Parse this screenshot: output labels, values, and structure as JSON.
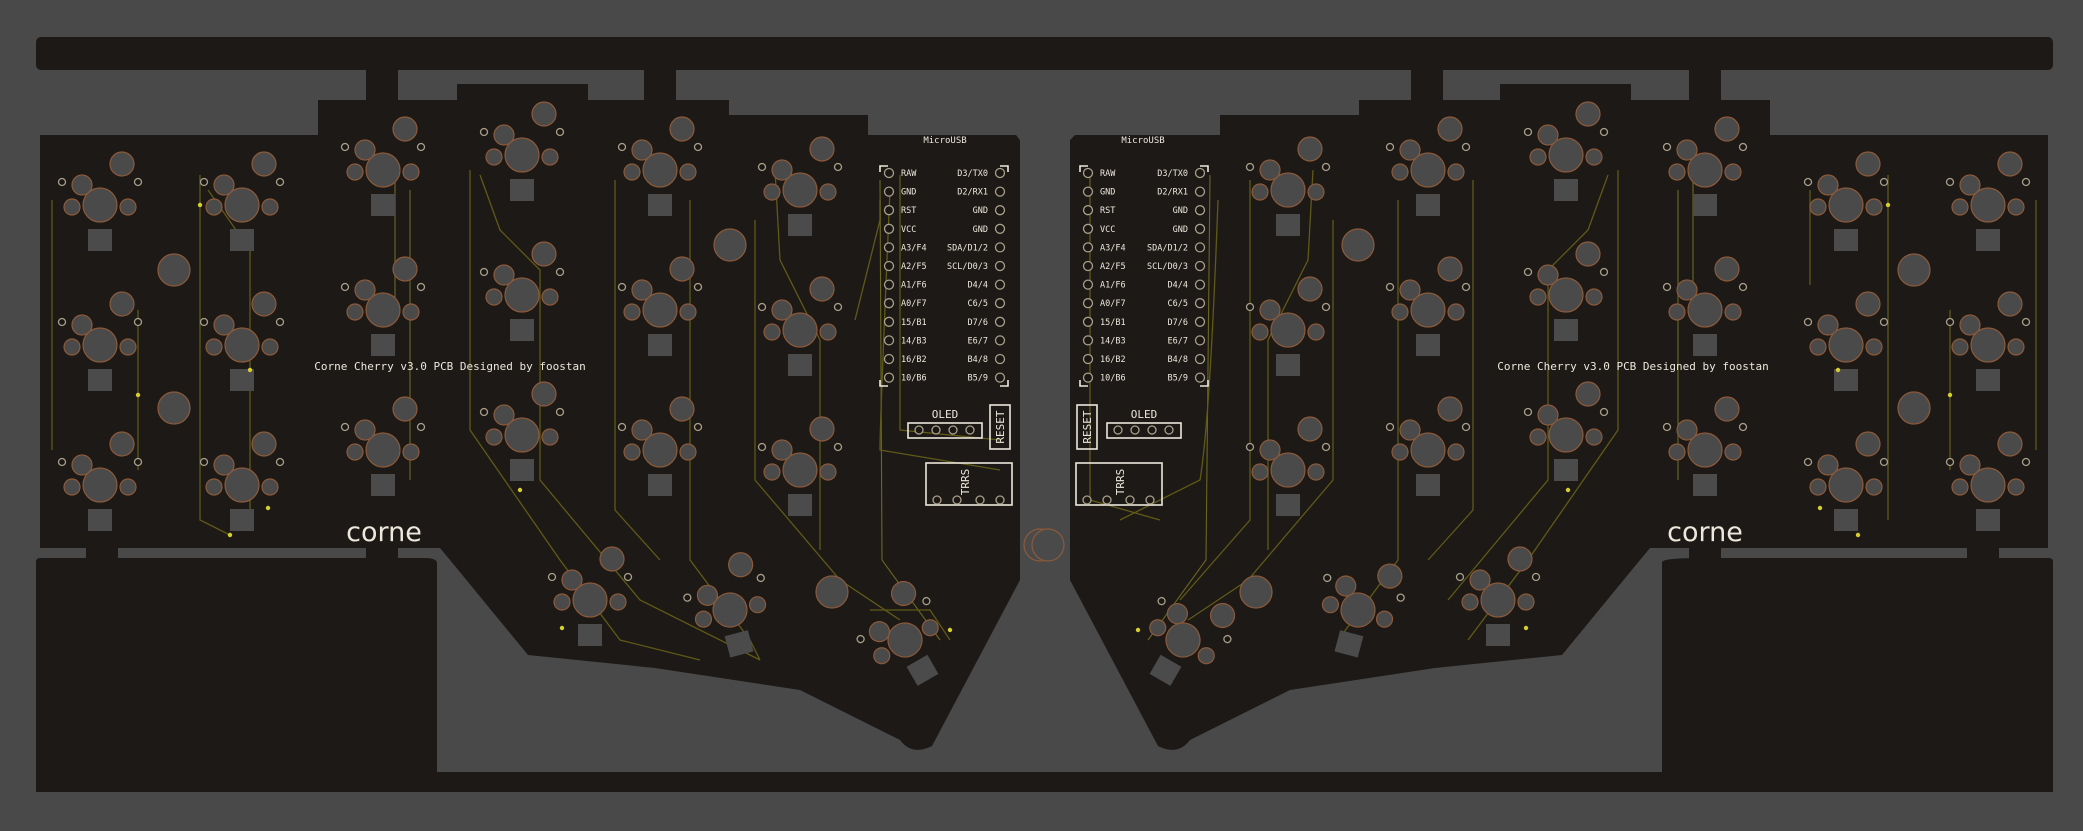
{
  "board": {
    "colors": {
      "background": "#494949",
      "pcb": "#1d1916",
      "silkscreen": "#ece8dc",
      "trace": "#5f5a16",
      "via": "#d7cf2e",
      "drill_outline": "#8c5a3a"
    },
    "left": {
      "credit": "Corne Cherry v3.0 PCB Designed by foostan",
      "logo": "corne",
      "usb_label": "MicroUSB",
      "oled_label": "OLED",
      "reset_label": "RESET",
      "trrs_label": "TRRS",
      "pins_left": [
        "RAW",
        "GND",
        "RST",
        "VCC",
        "A3/F4",
        "A2/F5",
        "A1/F6",
        "A0/F7",
        "15/B1",
        "14/B3",
        "16/B2",
        "10/B6"
      ],
      "pins_right": [
        "D3/TX0",
        "D2/RX1",
        "GND",
        "GND",
        "SDA/D1/2",
        "SCL/D0/3",
        "D4/4",
        "C6/5",
        "D7/6",
        "E6/7",
        "B4/8",
        "B5/9"
      ]
    },
    "right": {
      "credit": "Corne Cherry v3.0 PCB Designed by foostan",
      "logo": "corne",
      "usb_label": "MicroUSB",
      "oled_label": "OLED",
      "reset_label": "RESET",
      "trrs_label": "TRRS",
      "pins_left": [
        "RAW",
        "GND",
        "RST",
        "VCC",
        "A3/F4",
        "A2/F5",
        "A1/F6",
        "A0/F7",
        "15/B1",
        "14/B3",
        "16/B2",
        "10/B6"
      ],
      "pins_right": [
        "D3/TX0",
        "D2/RX1",
        "GND",
        "GND",
        "SDA/D1/2",
        "SCL/D0/3",
        "D4/4",
        "C6/5",
        "D7/6",
        "E6/7",
        "B4/8",
        "B5/9"
      ]
    }
  }
}
